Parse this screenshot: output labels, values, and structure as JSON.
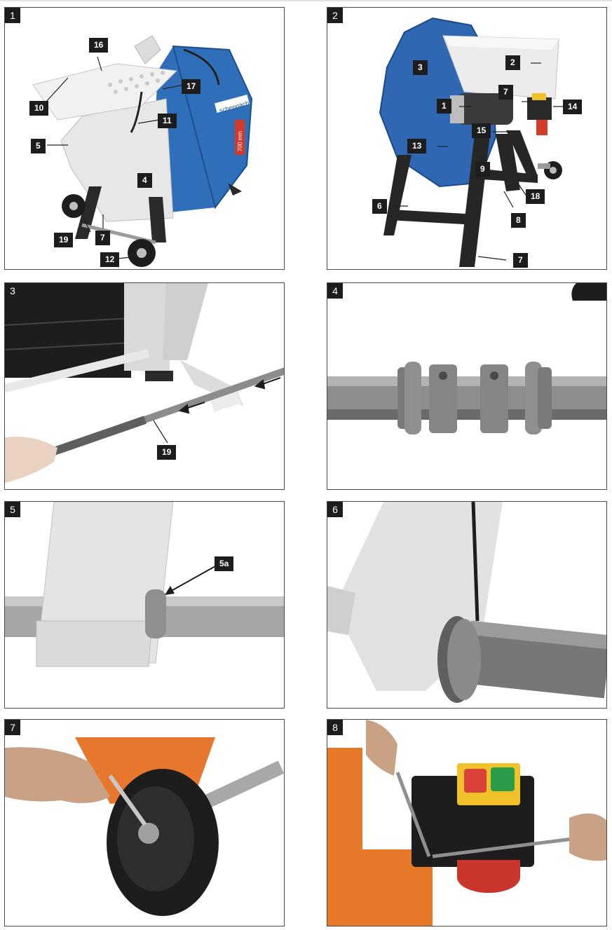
{
  "panels": [
    {
      "number": "1",
      "callouts": [
        "16",
        "17",
        "10",
        "11",
        "5",
        "4",
        "19",
        "7",
        "12"
      ],
      "brand": "scheppach",
      "blade_size": "700 mm"
    },
    {
      "number": "2",
      "callouts": [
        "3",
        "2",
        "7",
        "1",
        "14",
        "15",
        "13",
        "9",
        "6",
        "18",
        "8",
        "7"
      ]
    },
    {
      "number": "3",
      "callouts": [
        "19"
      ]
    },
    {
      "number": "4",
      "callouts": []
    },
    {
      "number": "5",
      "callouts": [
        "5a"
      ]
    },
    {
      "number": "6",
      "callouts": []
    },
    {
      "number": "7",
      "callouts": []
    },
    {
      "number": "8",
      "callouts": []
    }
  ]
}
